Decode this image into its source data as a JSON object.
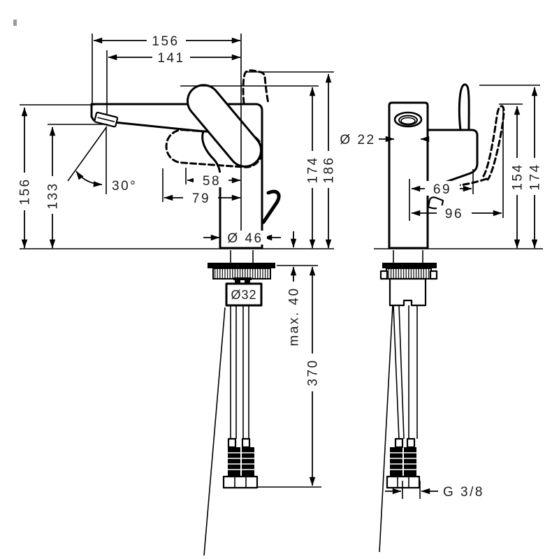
{
  "drawing": {
    "description": "faucet technical drawing, side view and front view",
    "colors": {
      "line": "#000000",
      "text": "#1c1c1c",
      "background": "#ffffff"
    }
  },
  "dims": {
    "spout_width_outer": "156",
    "spout_width_inner": "141",
    "height_left_outer": "156",
    "height_left_inner": "133",
    "angle": "30°",
    "offset_58": "58",
    "offset_79": "79",
    "base_diameter": "Ø 46",
    "height_174_left": "174",
    "height_186": "186",
    "aerator_diameter": "Ø 22",
    "offset_69": "69",
    "offset_96": "96",
    "height_154": "154",
    "height_174_right": "174",
    "mount_hole_diameter": "Ø32",
    "max_counter_thickness": "max. 40",
    "hose_length": "370",
    "thread_size": "G 3/8"
  }
}
